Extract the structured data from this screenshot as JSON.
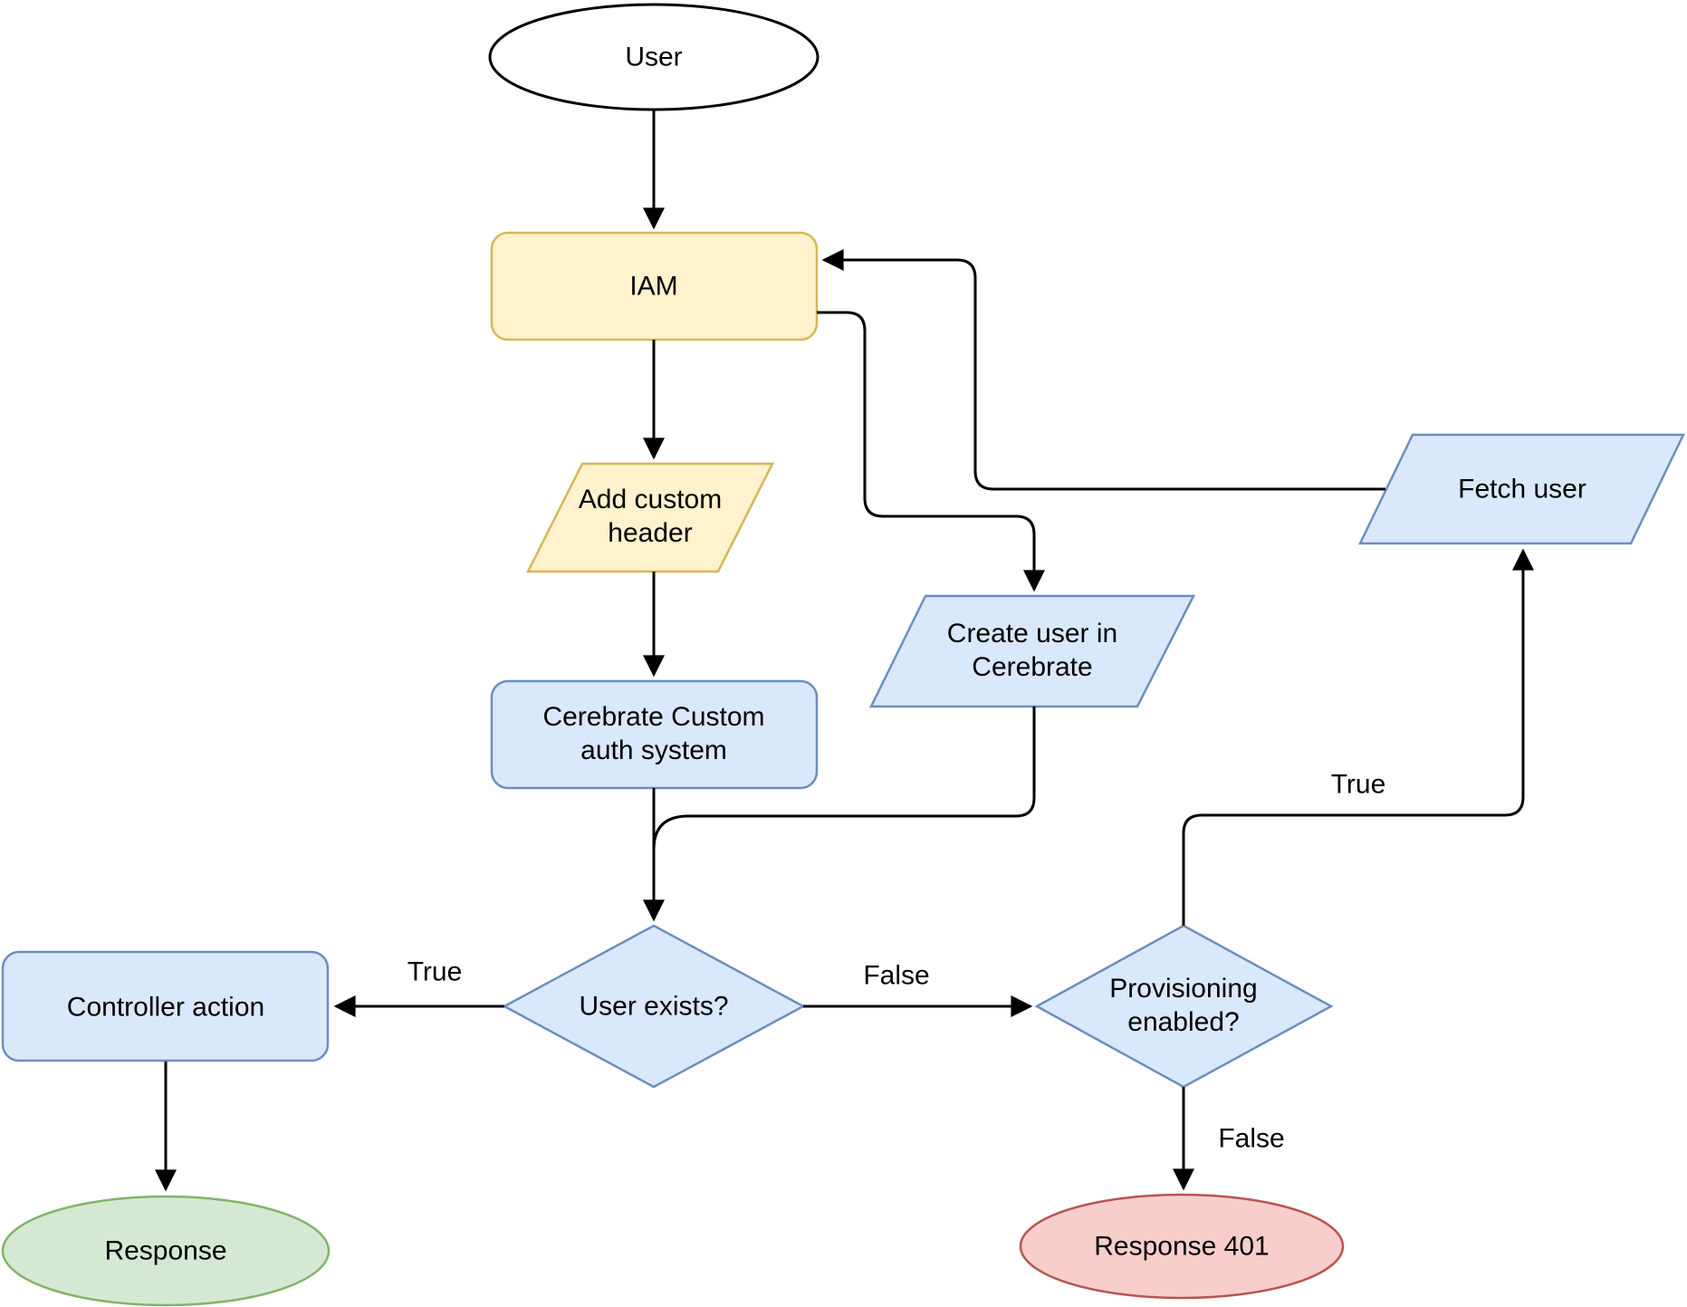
{
  "diagram_type": "flowchart",
  "background": "#ffffff",
  "palette": {
    "plain_fill": "#FFFFFF",
    "plain_stroke": "#000000",
    "yellow_fill": "#FFF2CC",
    "yellow_stroke": "#D6B656",
    "blue_fill": "#DAE8FC",
    "blue_stroke": "#6C8EBF",
    "green_fill": "#D5E8D4",
    "green_stroke": "#82B366",
    "red_fill": "#F8CECC",
    "red_stroke": "#B85450",
    "edge_color": "#000000",
    "text_color": "#000000"
  },
  "nodes": {
    "user": {
      "label": "User",
      "shape": "ellipse",
      "color": "plain"
    },
    "iam": {
      "label": "IAM",
      "shape": "rounded-rectangle",
      "color": "yellow"
    },
    "add_custom_header": {
      "line1": "Add custom",
      "line2": "header",
      "shape": "parallelogram",
      "color": "yellow"
    },
    "cerebrate_auth": {
      "line1": "Cerebrate Custom",
      "line2": "auth system",
      "shape": "rounded-rectangle",
      "color": "blue"
    },
    "create_user": {
      "line1": "Create user in",
      "line2": "Cerebrate",
      "shape": "parallelogram",
      "color": "blue"
    },
    "fetch_user": {
      "label": "Fetch user",
      "shape": "parallelogram",
      "color": "blue"
    },
    "user_exists": {
      "label": "User exists?",
      "shape": "diamond",
      "color": "blue"
    },
    "provisioning": {
      "line1": "Provisioning",
      "line2": "enabled?",
      "shape": "diamond",
      "color": "blue"
    },
    "controller_action": {
      "label": "Controller action",
      "shape": "rounded-rectangle",
      "color": "blue"
    },
    "response": {
      "label": "Response",
      "shape": "ellipse",
      "color": "green"
    },
    "response_401": {
      "label": "Response 401",
      "shape": "ellipse",
      "color": "red"
    }
  },
  "edge_labels": {
    "user_exists_true": "True",
    "user_exists_false": "False",
    "provisioning_true": "True",
    "provisioning_false": "False"
  },
  "edges": [
    {
      "from": "user",
      "to": "iam",
      "label": ""
    },
    {
      "from": "iam",
      "to": "add_custom_header",
      "label": ""
    },
    {
      "from": "add_custom_header",
      "to": "cerebrate_auth",
      "label": ""
    },
    {
      "from": "cerebrate_auth",
      "to": "user_exists",
      "label": ""
    },
    {
      "from": "iam",
      "to": "create_user",
      "label": ""
    },
    {
      "from": "create_user",
      "to": "user_exists",
      "label": ""
    },
    {
      "from": "user_exists",
      "to": "controller_action",
      "label": "True"
    },
    {
      "from": "controller_action",
      "to": "response",
      "label": ""
    },
    {
      "from": "user_exists",
      "to": "provisioning",
      "label": "False"
    },
    {
      "from": "provisioning",
      "to": "fetch_user",
      "label": "True"
    },
    {
      "from": "provisioning",
      "to": "response_401",
      "label": "False"
    },
    {
      "from": "fetch_user",
      "to": "iam",
      "label": ""
    }
  ]
}
